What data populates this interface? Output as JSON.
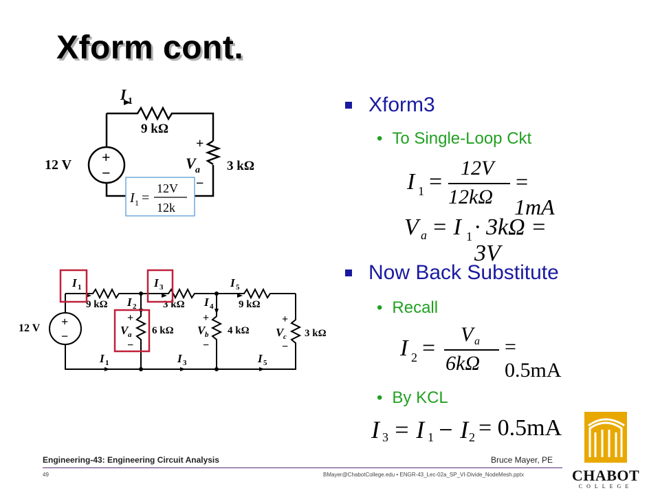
{
  "slide": {
    "title": "Xform cont.",
    "bullets": [
      {
        "text": "Xform3",
        "sub": [
          {
            "text": "To Single-Loop Ckt"
          }
        ]
      },
      {
        "text": "Now Back Substitute",
        "sub": [
          {
            "text": "Recall"
          },
          {
            "text": "By KCL"
          }
        ]
      }
    ]
  },
  "circuit1": {
    "current": "I",
    "current_sub": "1",
    "res1": "9 kΩ",
    "res2": "3 kΩ",
    "source": "12 V",
    "voltage": "V",
    "voltage_sub": "a",
    "plus": "+",
    "minus": "−",
    "inset_lhs": "I",
    "inset_lhs_sub": "1",
    "inset_num": "12V",
    "inset_den": "12k"
  },
  "circuit2": {
    "source": "12 V",
    "r1": "9 kΩ",
    "r2": "3 kΩ",
    "r3": "9 kΩ",
    "r4": "6 kΩ",
    "r5": "4 kΩ",
    "r6": "3 kΩ",
    "i": "I",
    "sub1": "1",
    "sub2": "2",
    "sub3": "3",
    "sub4": "4",
    "sub5": "5",
    "va": "a",
    "vb": "b",
    "vc": "c",
    "plus": "+",
    "minus": "−",
    "highlight_color": "#c0203a"
  },
  "equations": {
    "eq1": {
      "lhs": "I",
      "lhs_sub": "1",
      "num": "12V",
      "den": "12kΩ",
      "rhs": "= 1mA"
    },
    "eq2": {
      "lhs": "V",
      "lhs_sub": "a",
      "mid": "= I",
      "mid_sub": "1",
      "rhs": "· 3kΩ = 3V"
    },
    "eq3": {
      "lhs": "I",
      "lhs_sub": "2",
      "num": "V",
      "num_sub": "a",
      "den": "6kΩ",
      "rhs": "= 0.5mA"
    },
    "eq4": {
      "lhs": "I",
      "lhs_sub": "3",
      "mid": "= I",
      "mid_sub1": "1",
      "minus": "− I",
      "mid_sub2": "2",
      "rhs": "= 0.5mA"
    }
  },
  "footer": {
    "course": "Engineering-43: Engineering Circuit Analysis",
    "author": "Bruce Mayer, PE",
    "page": "49",
    "email_file": "BMayer@ChabotCollege.edu  •  ENGR-43_Lec-02a_SP_VI-Divide_NodeMesh.pptx",
    "logo_name": "CHABOT",
    "logo_sub": "COLLEGE"
  },
  "colors": {
    "bullet1": "#1a1aa0",
    "bullet2": "#22a022",
    "footer_line": "#5a2a7a",
    "logo_gold": "#e8a800"
  }
}
